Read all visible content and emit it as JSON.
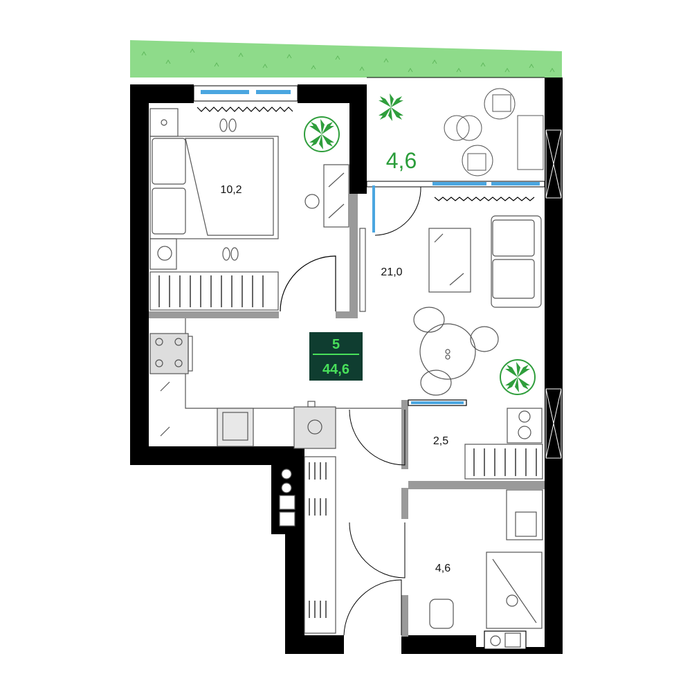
{
  "plan": {
    "badge": {
      "apartment_number": "5",
      "total_area": "44,6",
      "background": "#0f3d30",
      "text_color": "#48e05a"
    },
    "rooms": [
      {
        "id": "bedroom",
        "area": "10,2"
      },
      {
        "id": "living-kitchen",
        "area": "21,0"
      },
      {
        "id": "storage",
        "area": "2,5"
      },
      {
        "id": "bathroom",
        "area": "4,6"
      }
    ],
    "balcony": {
      "area": "4,6",
      "color": "#2a9d3a"
    },
    "colors": {
      "wall": "#000000",
      "window": "#4aa6e0",
      "lawn": "#8edb8a",
      "plant": "#2f9e3c",
      "furniture_stroke": "#555555"
    }
  }
}
